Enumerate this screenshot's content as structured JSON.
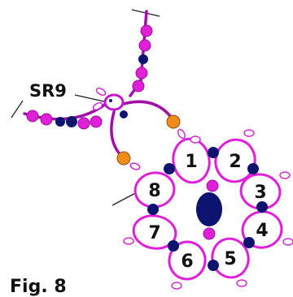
{
  "figure": {
    "caption": "Fig. 8",
    "callout": "SR9",
    "ring_numbers": [
      "1",
      "2",
      "3",
      "4",
      "5",
      "6",
      "7",
      "8"
    ]
  },
  "colors": {
    "thread": "#b010b0",
    "bead_magenta": "#e020d8",
    "bead_navy": "#0c1470",
    "bead_orange": "#f08c1c",
    "ring_fill": "#ffffff",
    "ink": "#111111"
  }
}
